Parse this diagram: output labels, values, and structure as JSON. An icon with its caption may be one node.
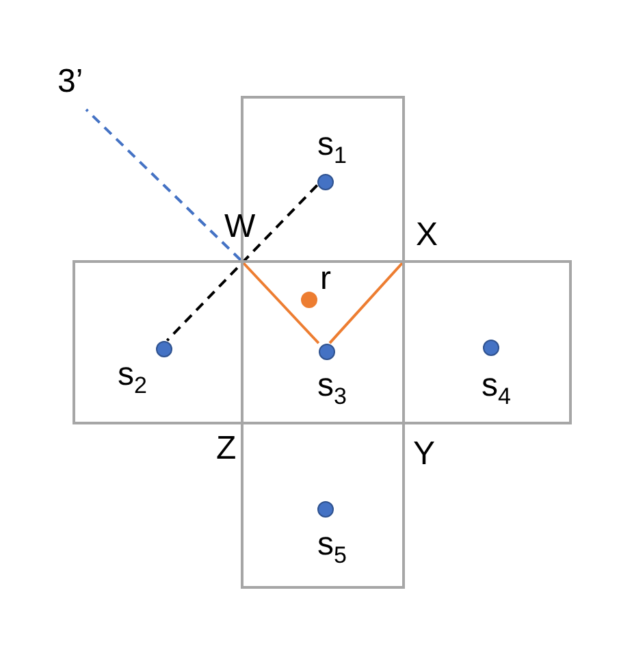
{
  "diagram": {
    "nodes": [
      {
        "text": [],
        "shape": "box"
      },
      {
        "text": [],
        "shape": "box"
      },
      {
        "text": [],
        "shape": "box"
      },
      {
        "text": [],
        "shape": "box"
      },
      {
        "text": [],
        "shape": "box"
      },
      {
        "text": [
          "s$_{1}$"
        ],
        "in": 0
      },
      {
        "text": [
          "s$_{2}$"
        ],
        "in": 1
      },
      {
        "text": [
          "s$_{3}$"
        ],
        "in": 2
      },
      {
        "text": [
          "s$_{4}$"
        ],
        "in": 3
      },
      {
        "text": [
          "s$_{5}$"
        ],
        "in": 4
      },
      {
        "text": [
          "r"
        ],
        "in": 2
      },
      {
        "text": [
          "W"
        ]
      },
      {
        "text": [
          "X"
        ]
      },
      {
        "text": [
          "3’"
        ]
      }
    ],
    "edges": [
      {
        "from": 5,
        "to": 6,
        "arrow": "none",
        "style": "dashed",
        "color": "#000000"
      },
      {
        "from": 11,
        "to": 13,
        "arrow": "none",
        "style": "dashed",
        "color": "#4472c4"
      },
      {
        "from": 11,
        "to": 7,
        "arrow": "none"
      },
      {
        "from": 7,
        "to": 12,
        "arrow": "none"
      }
    ],
    "labels": [
      "Z",
      "Y"
    ]
  }
}
